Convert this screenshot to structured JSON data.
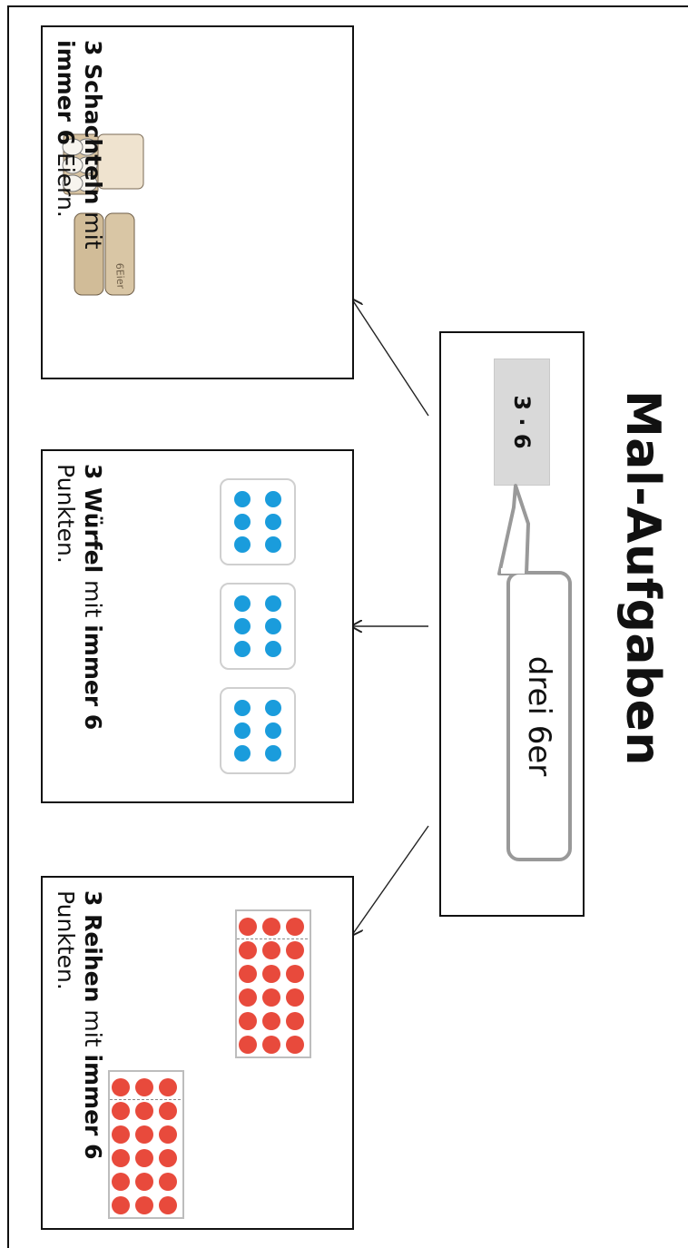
{
  "page": {
    "title": "Mal-Aufgaben"
  },
  "center": {
    "expression": "3 · 6",
    "speech": "drei 6er"
  },
  "cards": [
    {
      "name": "eggs",
      "parts": [
        {
          "text": "3 Schachteln",
          "bold": true
        },
        {
          "text": " mit ",
          "bold": false
        },
        {
          "text": "immer 6",
          "bold": true
        },
        {
          "text": " Eiern.",
          "bold": false
        }
      ],
      "carton_label": "6Eier"
    },
    {
      "name": "dice",
      "parts": [
        {
          "text": "3 Würfel",
          "bold": true
        },
        {
          "text": " mit ",
          "bold": false
        },
        {
          "text": "immer 6",
          "bold": true
        },
        {
          "text": " Punkten.",
          "bold": false
        }
      ],
      "dice_count": 3,
      "dots_per_die": 6,
      "dot_color": "#1a9cdc"
    },
    {
      "name": "rows",
      "parts": [
        {
          "text": "3 Reihen",
          "bold": true
        },
        {
          "text": " mit ",
          "bold": false
        },
        {
          "text": "immer 6",
          "bold": true
        },
        {
          "text": " Punkten.",
          "bold": false
        }
      ],
      "rows": 3,
      "dots_per_row": 6,
      "dot_color": "#e84a3c"
    }
  ]
}
